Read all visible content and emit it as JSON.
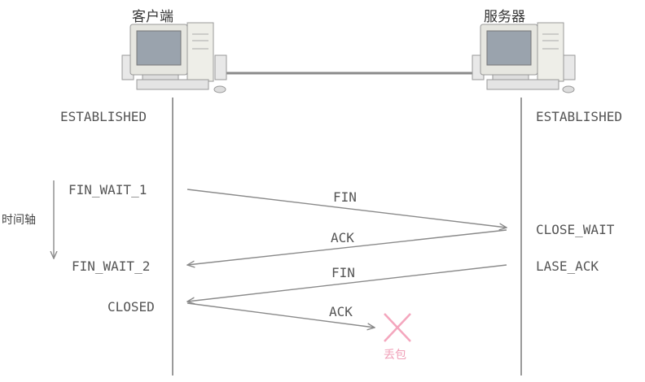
{
  "client": {
    "title": "客户端",
    "states": [
      "ESTABLISHED",
      "FIN_WAIT_1",
      "FIN_WAIT_2",
      "CLOSED"
    ]
  },
  "server": {
    "title": "服务器",
    "states": [
      "ESTABLISHED",
      "CLOSE_WAIT",
      "LASE_ACK"
    ]
  },
  "timeline_label": "时间轴",
  "messages": [
    "FIN",
    "ACK",
    "FIN",
    "ACK"
  ],
  "lost_label": "丢包",
  "icons": [
    "computer-icon",
    "lost-cross-icon"
  ],
  "colors": {
    "line": "#9a9a9a",
    "arrow": "#8a8a8a",
    "lost": "#f4a6bd"
  }
}
